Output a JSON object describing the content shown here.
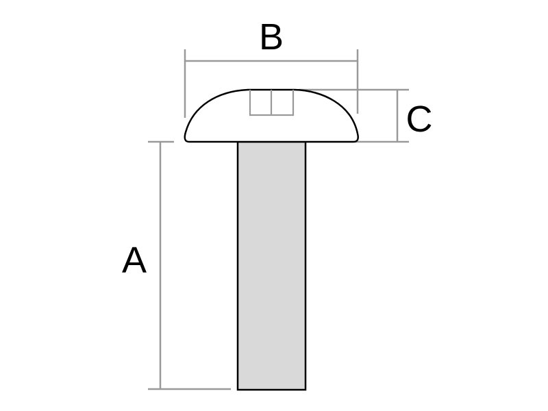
{
  "labels": {
    "length": "A",
    "head_diameter": "B",
    "head_height": "C"
  },
  "colors": {
    "background": "#ffffff",
    "outline": "#000000",
    "shank_fill": "#d9d9d9",
    "head_fill": "#ffffff",
    "dimension_lines": "#999999"
  },
  "icons": {
    "part": "round-head-slotted-screw"
  }
}
